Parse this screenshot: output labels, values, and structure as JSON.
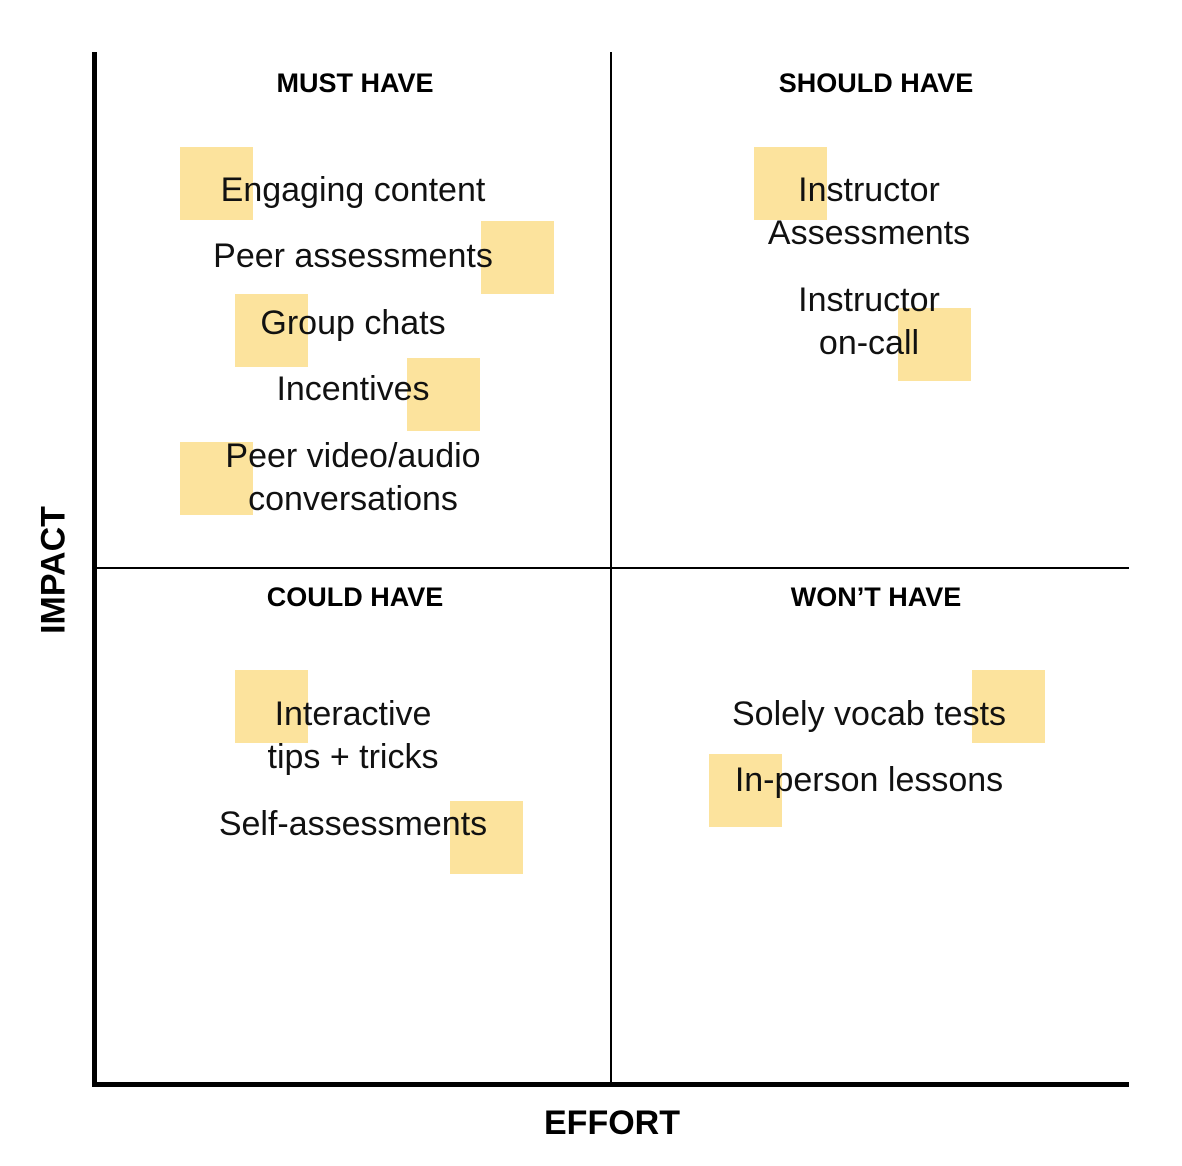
{
  "axes": {
    "x_label": "EFFORT",
    "y_label": "IMPACT"
  },
  "quadrants": [
    {
      "title": "MUST HAVE",
      "items": [
        {
          "lines": [
            "Engaging content"
          ]
        },
        {
          "lines": [
            "Peer assessments"
          ]
        },
        {
          "lines": [
            "Group chats"
          ]
        },
        {
          "lines": [
            "Incentives"
          ]
        },
        {
          "lines": [
            "Peer video/audio",
            "conversations"
          ]
        }
      ]
    },
    {
      "title": "SHOULD HAVE",
      "items": [
        {
          "lines": [
            "Instructor",
            "Assessments"
          ]
        },
        {
          "lines": [
            "Instructor",
            "on-call"
          ]
        }
      ]
    },
    {
      "title": "COULD HAVE",
      "items": [
        {
          "lines": [
            "Interactive",
            "tips + tricks"
          ]
        },
        {
          "lines": [
            "Self-assessments"
          ]
        }
      ]
    },
    {
      "title": "WON’T HAVE",
      "items": [
        {
          "lines": [
            "Solely vocab tests"
          ]
        },
        {
          "lines": [
            "In-person lessons"
          ]
        }
      ]
    }
  ],
  "colors": {
    "sticky_note": "#fce39d",
    "axis": "#000000"
  }
}
